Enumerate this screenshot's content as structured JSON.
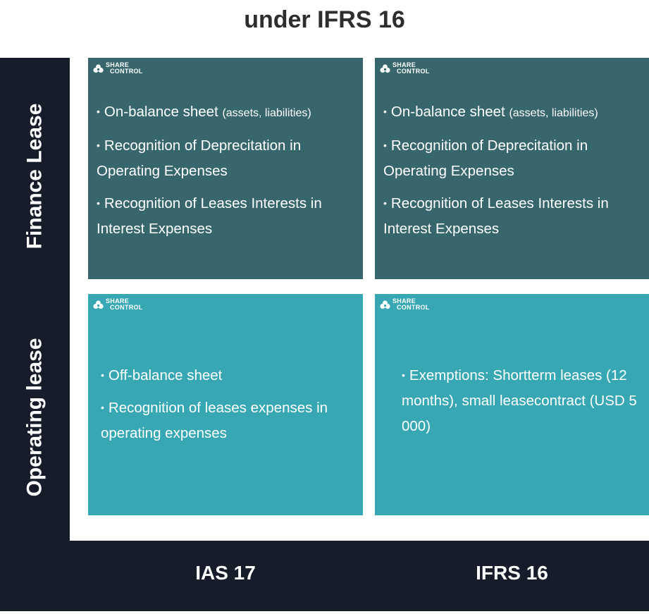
{
  "title": "under IFRS 16",
  "logo": {
    "line1": "SHARE",
    "line2": "CONTROL"
  },
  "rows": {
    "finance": "Finance Lease",
    "operating": "Operating lease"
  },
  "columns": {
    "ias17": "IAS 17",
    "ifrs16": "IFRS 16"
  },
  "cells": {
    "finance_ias17": {
      "b1_main": "On-balance sheet",
      "b1_small": "(assets, liabilities)",
      "b2": "Recognition of Deprecitation in Operating Expenses",
      "b3": "Recognition of Leases Interests in Interest Expenses"
    },
    "finance_ifrs16": {
      "b1_main": "On-balance sheet",
      "b1_small": "(assets, liabilities)",
      "b2": "Recognition of Deprecitation in Operating Expenses",
      "b3": "Recognition of Leases Interests in Interest Expenses"
    },
    "operating_ias17": {
      "b1": "Off-balance sheet",
      "b2": "Recognition of leases expenses in operating expenses"
    },
    "operating_ifrs16": {
      "b1": "Exemptions: Shortterm leases (12 months), small leasecontract (USD 5 000)"
    }
  },
  "bullet_char": "•",
  "colors": {
    "frame": "#171c2b",
    "finance_cell": "#37676c",
    "operating_cell": "#37a8b3",
    "title_text": "#2e2e2e"
  }
}
